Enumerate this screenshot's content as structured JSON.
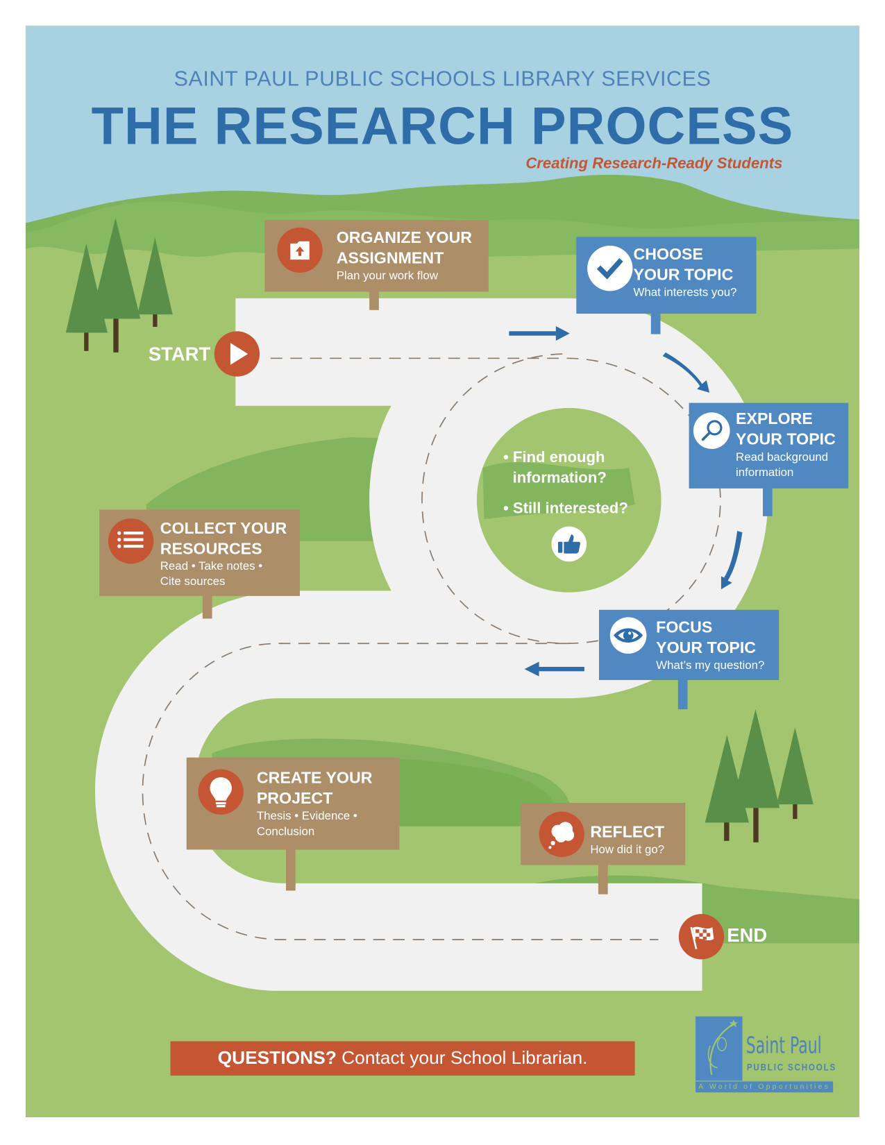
{
  "header": {
    "organization": "SAINT PAUL PUBLIC SCHOOLS LIBRARY SERVICES",
    "title": "THE RESEARCH PROCESS",
    "tagline": "Creating Research-Ready Students"
  },
  "path": {
    "start_label": "START",
    "end_label": "END"
  },
  "steps": [
    {
      "title_line1": "ORGANIZE YOUR",
      "title_line2": "ASSIGNMENT",
      "sub_line1": "Plan your work flow",
      "sub_line2": "",
      "icon": "folder-upload-icon",
      "style": "brown"
    },
    {
      "title_line1": "CHOOSE",
      "title_line2": "YOUR TOPIC",
      "sub_line1": "What interests you?",
      "sub_line2": "",
      "icon": "checkmark-icon",
      "style": "blue"
    },
    {
      "title_line1": "EXPLORE",
      "title_line2": "YOUR TOPIC",
      "sub_line1": "Read background",
      "sub_line2": "information",
      "icon": "magnifier-icon",
      "style": "blue"
    },
    {
      "title_line1": "FOCUS",
      "title_line2": "YOUR TOPIC",
      "sub_line1": "What’s my question?",
      "sub_line2": "",
      "icon": "eye-icon",
      "style": "blue"
    },
    {
      "title_line1": "COLLECT YOUR",
      "title_line2": "RESOURCES",
      "sub_line1": "Read • Take notes •",
      "sub_line2": "Cite sources",
      "icon": "list-icon",
      "style": "brown"
    },
    {
      "title_line1": "CREATE YOUR",
      "title_line2": "PROJECT",
      "sub_line1": "Thesis • Evidence •",
      "sub_line2": "Conclusion",
      "icon": "lightbulb-icon",
      "style": "brown"
    },
    {
      "title_line1": "REFLECT",
      "title_line2": "",
      "sub_line1": "How did it go?",
      "sub_line2": "",
      "icon": "thought-bubble-icon",
      "style": "brown"
    }
  ],
  "center_check": {
    "q1_line1": "• Find enough",
    "q1_line2": "information?",
    "q2": "• Still interested?",
    "icon": "thumbs-up-icon"
  },
  "footer": {
    "questions_bold": "QUESTIONS?",
    "questions_text": " Contact your School Librarian.",
    "logo_name": "Saint Paul",
    "logo_sub": "PUBLIC SCHOOLS",
    "logo_motto": "A World of Opportunities"
  },
  "colors": {
    "sky": "#a8d1e1",
    "grass": "#a3c56f",
    "hills": "#82b55e",
    "road": "#f1f1f1",
    "sign_brown": "#ac8e68",
    "sign_blue": "#5089c1",
    "accent_red": "#c55634",
    "title_blue": "#2f6da9"
  }
}
